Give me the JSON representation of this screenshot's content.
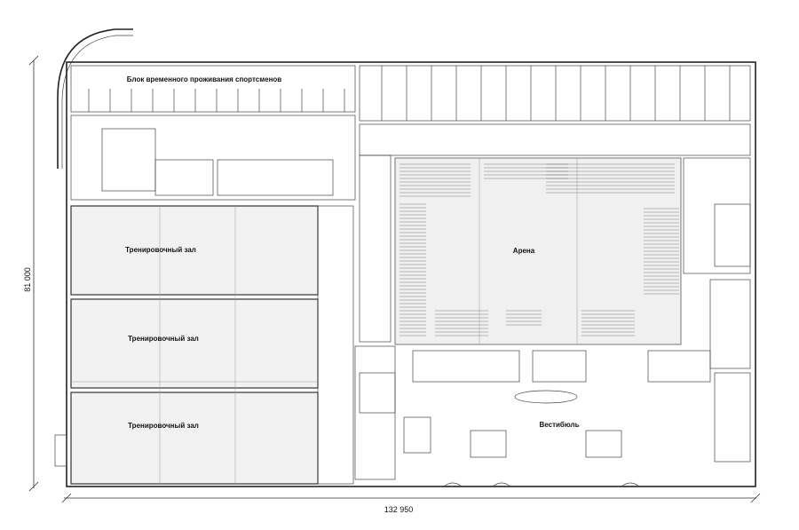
{
  "plan": {
    "labels": {
      "athletes_block": "Блок временного проживания спортсменов",
      "training_hall_1": "Тренировочный зал",
      "training_hall_2": "Тренировочный зал",
      "training_hall_3": "Тренировочный зал",
      "arena": "Арена",
      "lobby": "Вестибюль"
    },
    "dimensions": {
      "height": "81 000",
      "width": "132 950"
    }
  }
}
